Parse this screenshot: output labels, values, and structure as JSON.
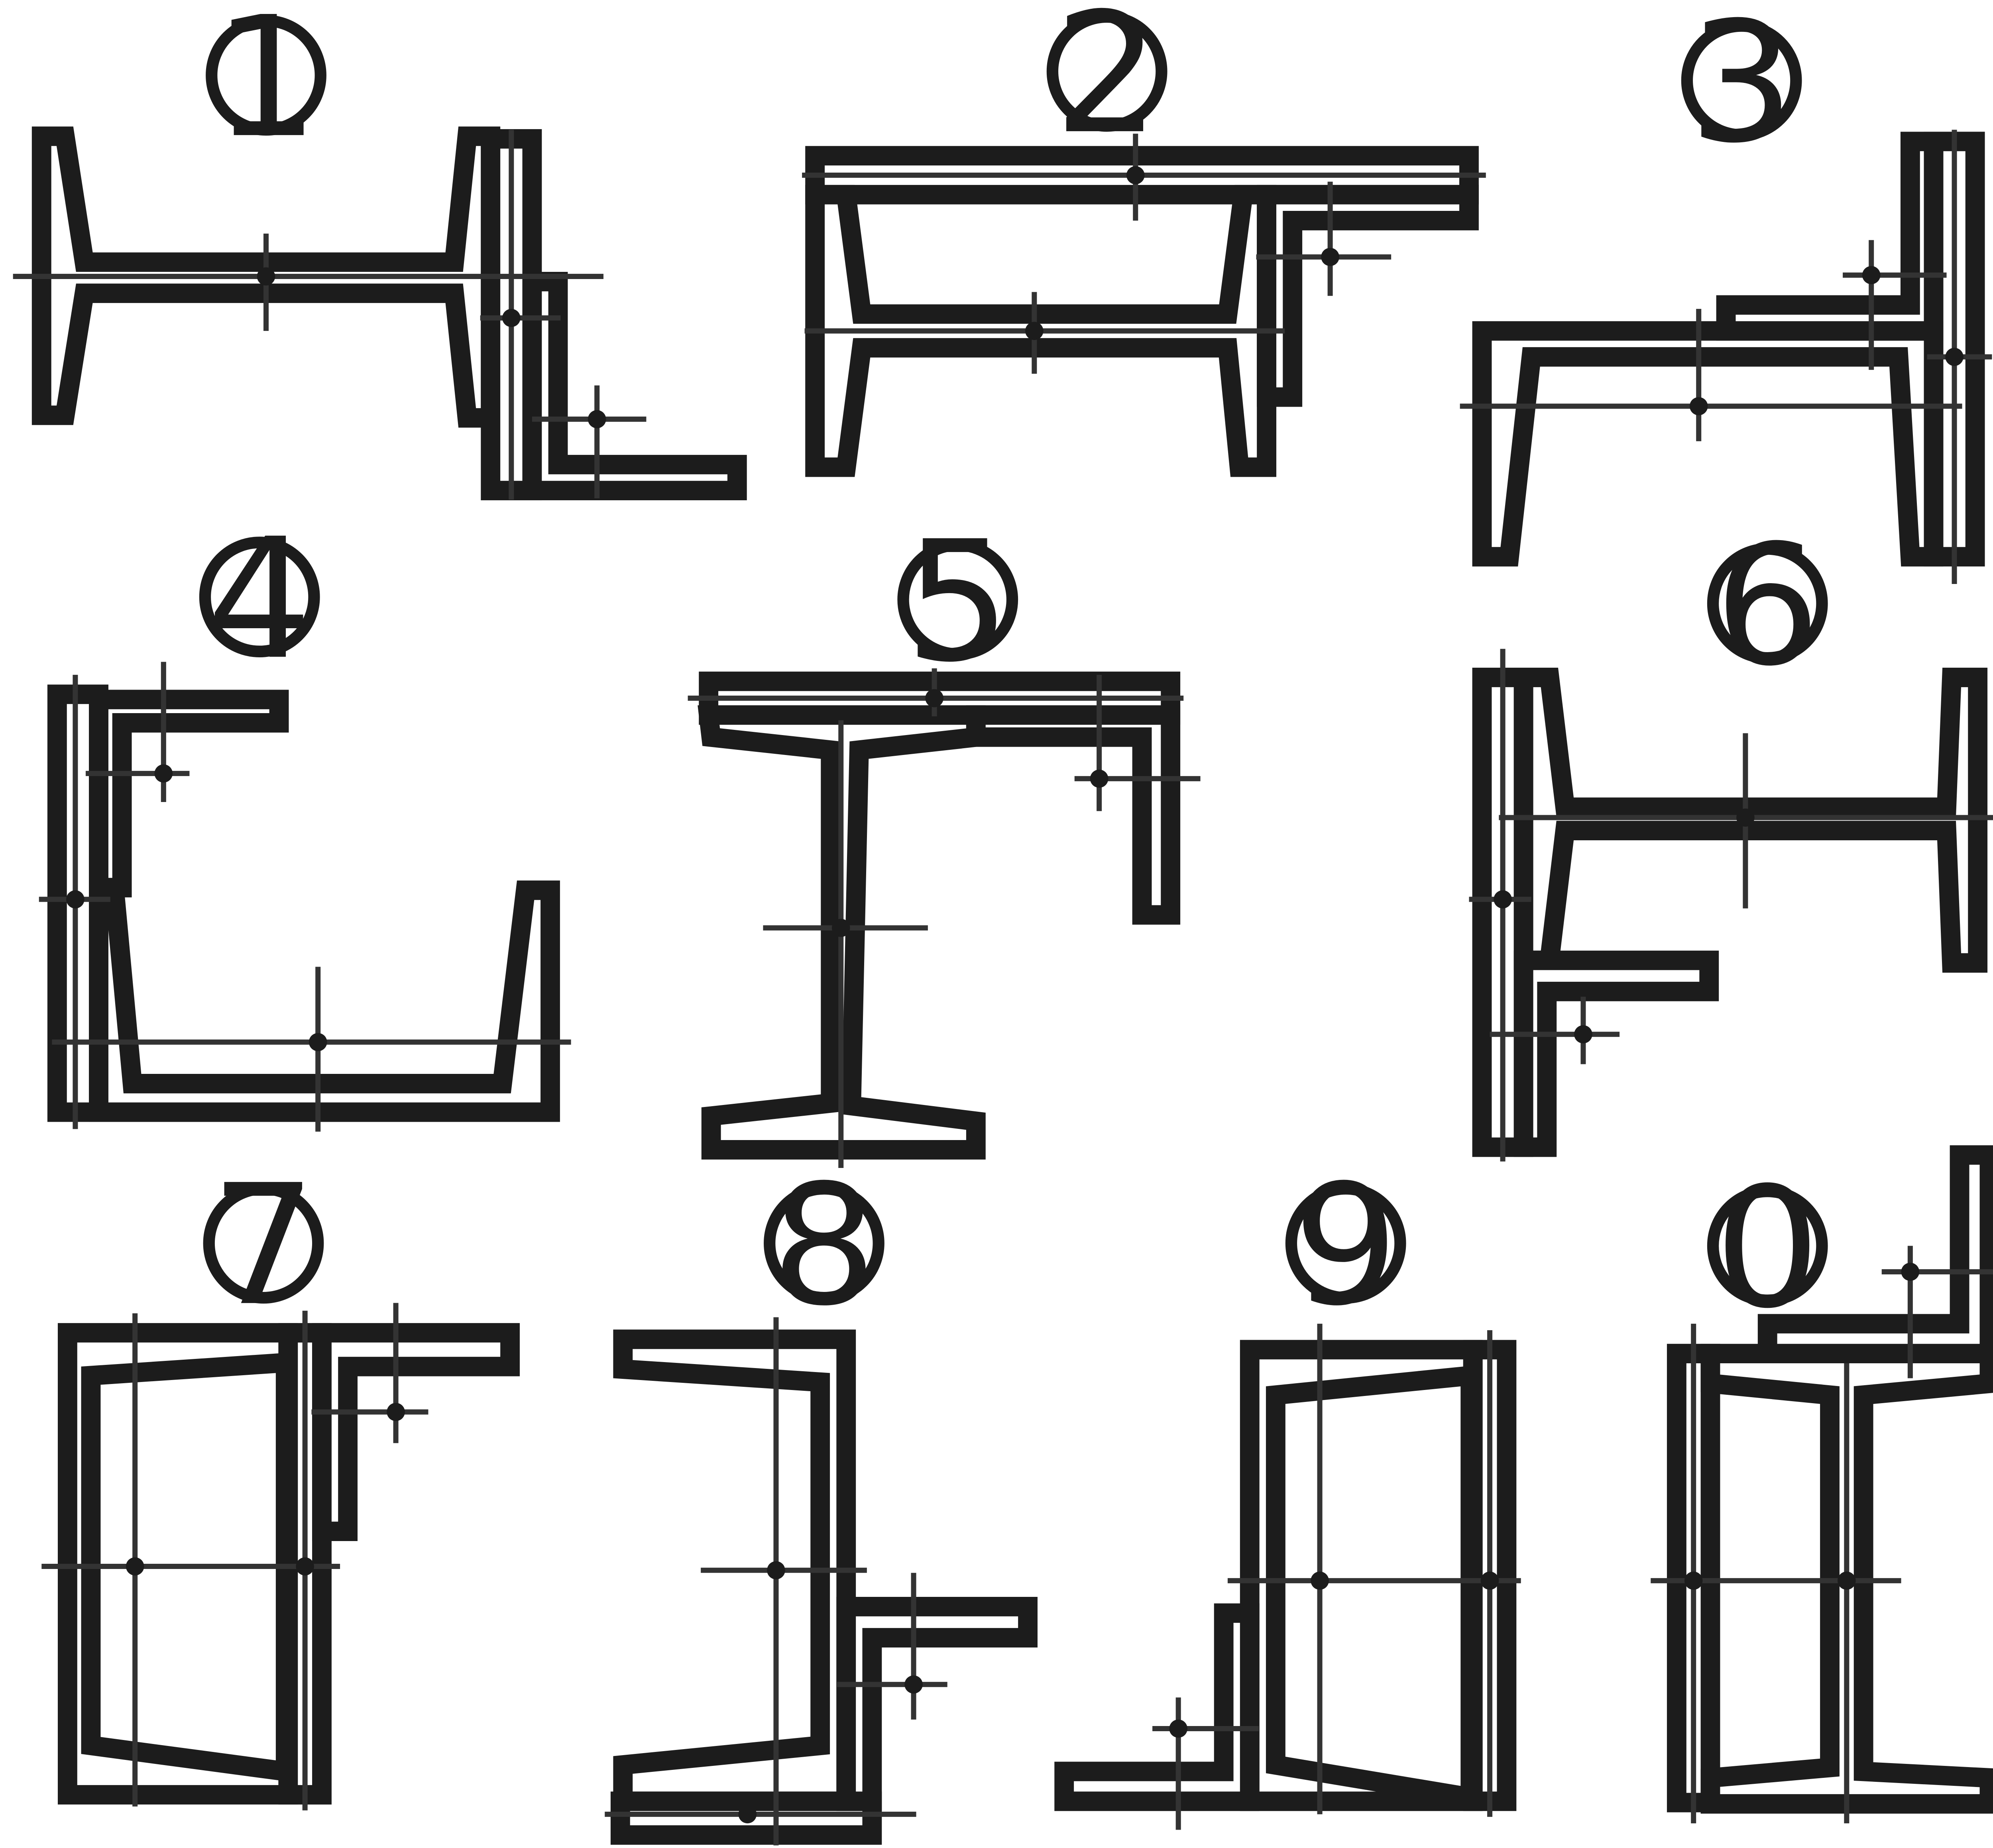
{
  "variants": [
    {
      "label": "1"
    },
    {
      "label": "2"
    },
    {
      "label": "3"
    },
    {
      "label": "4"
    },
    {
      "label": "5"
    },
    {
      "label": "6"
    },
    {
      "label": "7"
    },
    {
      "label": "8"
    },
    {
      "label": "9"
    },
    {
      "label": "0"
    }
  ],
  "colors": {
    "line": "#1c1c1c",
    "axis": "#333333",
    "background": "#ffffff"
  }
}
